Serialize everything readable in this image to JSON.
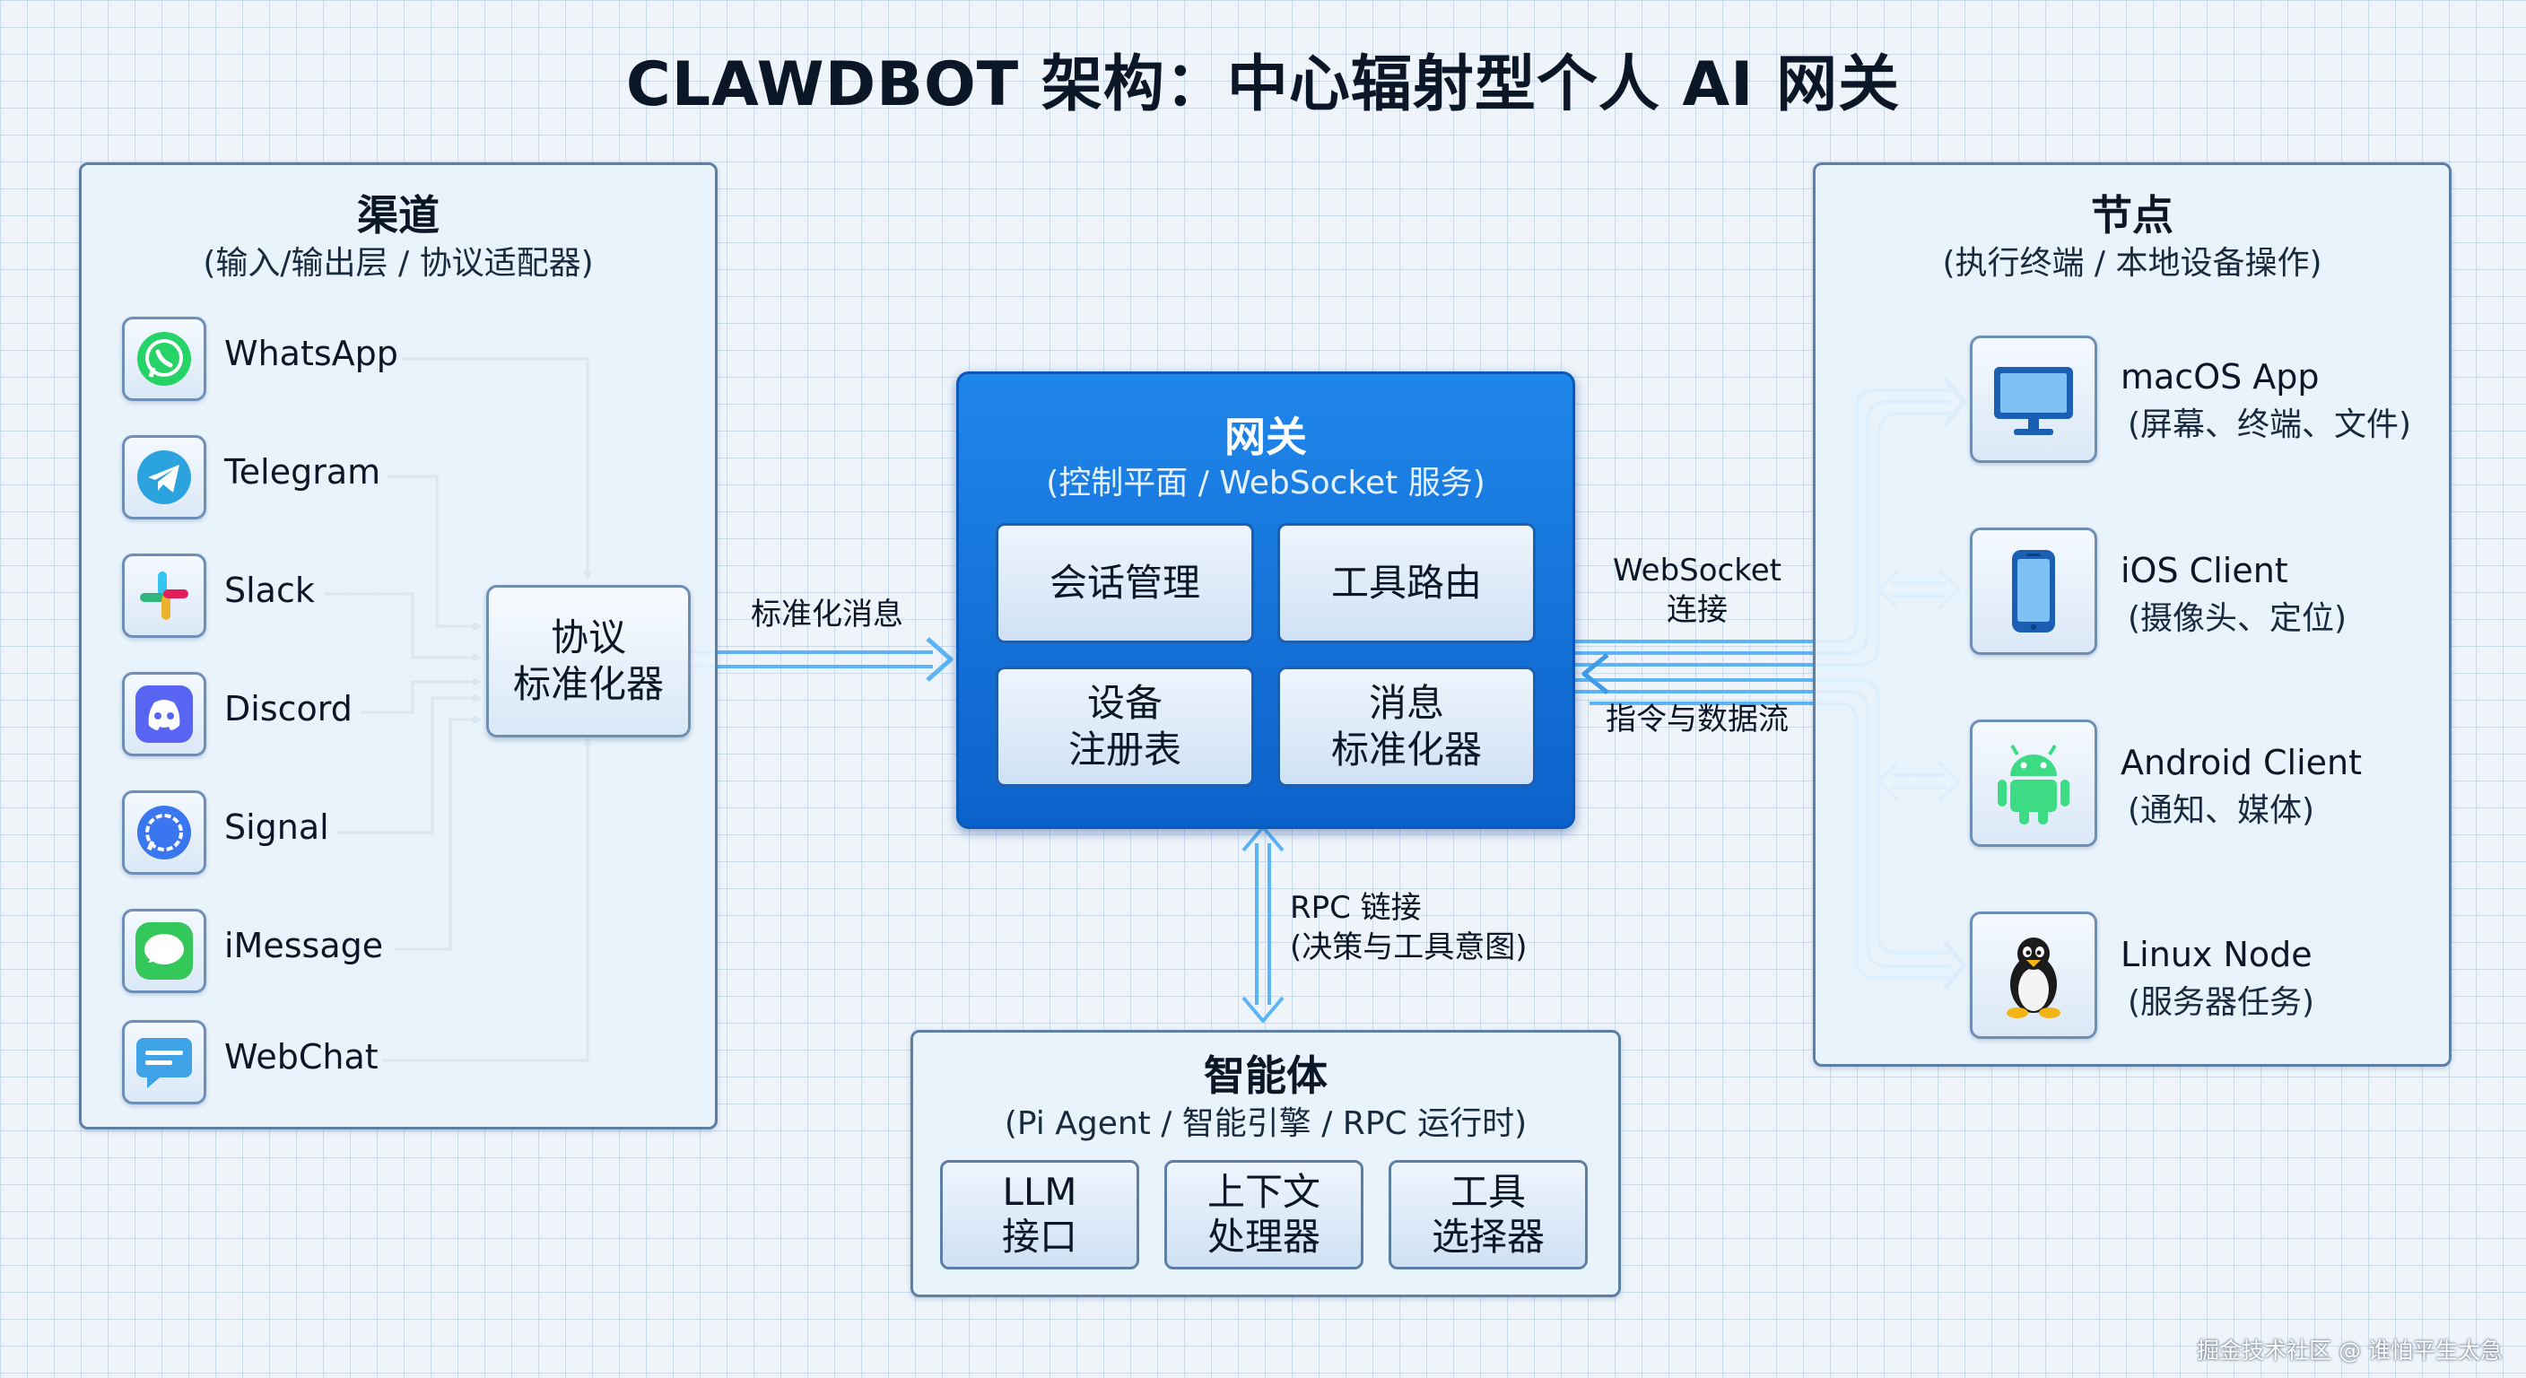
{
  "title": "CLAWDBOT 架构：中心辐射型个人 AI 网关",
  "channels": {
    "title": "渠道",
    "subtitle": "(输入/输出层 / 协议适配器)",
    "items": [
      {
        "label": "WhatsApp",
        "icon": "whatsapp-icon"
      },
      {
        "label": "Telegram",
        "icon": "telegram-icon"
      },
      {
        "label": "Slack",
        "icon": "slack-icon"
      },
      {
        "label": "Discord",
        "icon": "discord-icon"
      },
      {
        "label": "Signal",
        "icon": "signal-icon"
      },
      {
        "label": "iMessage",
        "icon": "imessage-icon"
      },
      {
        "label": "WebChat",
        "icon": "webchat-icon"
      }
    ]
  },
  "normalizer": {
    "line1": "协议",
    "line2": "标准化器"
  },
  "flow_label": "标准化消息",
  "gateway": {
    "title": "网关",
    "subtitle": "(控制平面 / WebSocket 服务)",
    "cells": [
      {
        "line1": "会话管理",
        "line2": ""
      },
      {
        "line1": "工具路由",
        "line2": ""
      },
      {
        "line1": "设备",
        "line2": "注册表"
      },
      {
        "line1": "消息",
        "line2": "标准化器"
      }
    ]
  },
  "ws_label": {
    "line1": "WebSocket",
    "line2": "连接"
  },
  "cmd_label": "指令与数据流",
  "rpc_label": {
    "line1": "RPC 链接",
    "line2": "(决策与工具意图)"
  },
  "agent": {
    "title": "智能体",
    "subtitle": "(Pi Agent / 智能引擎 / RPC 运行时)",
    "cells": [
      {
        "line1": "LLM",
        "line2": "接口"
      },
      {
        "line1": "上下文",
        "line2": "处理器"
      },
      {
        "line1": "工具",
        "line2": "选择器"
      }
    ]
  },
  "nodes": {
    "title": "节点",
    "subtitle": "(执行终端 / 本地设备操作)",
    "items": [
      {
        "name": "macOS App",
        "desc": "(屏幕、终端、文件)",
        "icon": "monitor-icon"
      },
      {
        "name": "iOS Client",
        "desc": "(摄像头、定位)",
        "icon": "phone-icon"
      },
      {
        "name": "Android Client",
        "desc": "(通知、媒体)",
        "icon": "android-icon"
      },
      {
        "name": "Linux Node",
        "desc": "(服务器任务)",
        "icon": "linux-tux-icon"
      }
    ]
  },
  "watermark": "掘金技术社区 @ 谁怕平生太急",
  "colors": {
    "gateway": "#1474dd",
    "panel_border": "#5d7fa6",
    "arrow": "#2b4a6e",
    "link_glow": "#5ab4f5"
  }
}
